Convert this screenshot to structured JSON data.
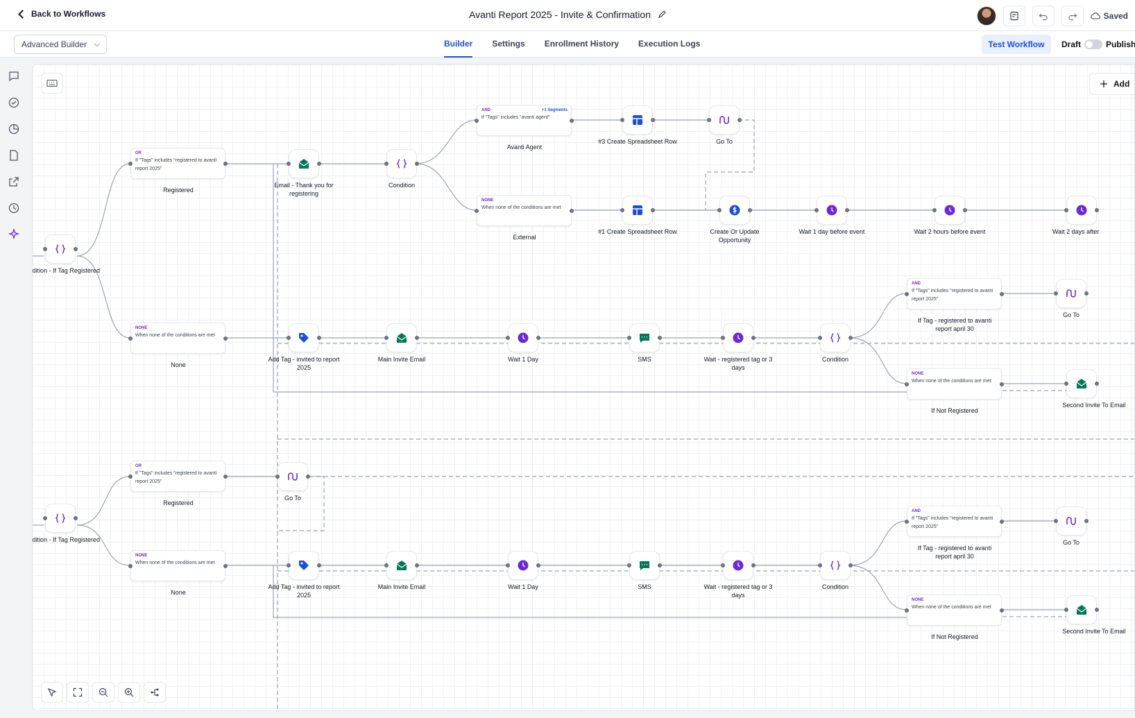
{
  "header": {
    "back_label": "Back to Workflows",
    "title": "Avanti Report 2025 - Invite & Confirmation",
    "saved_label": "Saved"
  },
  "subbar": {
    "builder_select": "Advanced Builder",
    "tabs": [
      "Builder",
      "Settings",
      "Enrollment History",
      "Execution Logs"
    ],
    "active_tab": "Builder",
    "test_label": "Test Workflow",
    "draft_label": "Draft",
    "publish_label": "Publish"
  },
  "canvas": {
    "add_label": "Add",
    "nodes": [
      {
        "id": "n1",
        "label": "Condition - If Tag Registered",
        "icon": "braces-icon"
      },
      {
        "id": "n2",
        "label": "Email - Thank you for registering",
        "icon": "email-icon"
      },
      {
        "id": "n3",
        "label": "Condition",
        "icon": "braces-icon"
      },
      {
        "id": "n4",
        "label": "#3 Create Spreadsheet Row",
        "icon": "spreadsheet-icon"
      },
      {
        "id": "n5",
        "label": "Go To",
        "icon": "goto-icon"
      },
      {
        "id": "n6",
        "label": "#1 Create Spreadsheet Row",
        "icon": "spreadsheet-icon"
      },
      {
        "id": "n7",
        "label": "Create Or Update Opportunity",
        "icon": "dollar-icon"
      },
      {
        "id": "n8",
        "label": "Wait 1 day before event",
        "icon": "clock-icon"
      },
      {
        "id": "n9",
        "label": "Wait 2 hours before event",
        "icon": "clock-icon"
      },
      {
        "id": "n10",
        "label": "Wait 2 days after",
        "icon": "clock-icon"
      },
      {
        "id": "n11",
        "label": "Add Tag - invited to report 2025",
        "icon": "tag-icon"
      },
      {
        "id": "n12",
        "label": "Main Invite Email",
        "icon": "email-icon"
      },
      {
        "id": "n13",
        "label": "Wait 1 Day",
        "icon": "clock-icon"
      },
      {
        "id": "n14",
        "label": "SMS",
        "icon": "sms-icon"
      },
      {
        "id": "n15",
        "label": "Wait - registered tag or 3 days",
        "icon": "clock-icon"
      },
      {
        "id": "n16",
        "label": "Condition",
        "icon": "braces-icon"
      },
      {
        "id": "n17",
        "label": "Go To",
        "icon": "goto-icon"
      },
      {
        "id": "n18",
        "label": "Second Invite To Email",
        "icon": "email-icon"
      },
      {
        "id": "n19",
        "label": "Condition - If Tag Registered",
        "icon": "braces-icon"
      },
      {
        "id": "n20",
        "label": "Go To",
        "icon": "goto-icon"
      },
      {
        "id": "n21",
        "label": "Add Tag - invited to report 2025",
        "icon": "tag-icon"
      },
      {
        "id": "n22",
        "label": "Main Invite Email",
        "icon": "email-icon"
      },
      {
        "id": "n23",
        "label": "Wait 1 Day",
        "icon": "clock-icon"
      },
      {
        "id": "n24",
        "label": "SMS",
        "icon": "sms-icon"
      },
      {
        "id": "n25",
        "label": "Wait - registered tag or 3 days",
        "icon": "clock-icon"
      },
      {
        "id": "n26",
        "label": "Condition",
        "icon": "braces-icon"
      },
      {
        "id": "n27",
        "label": "Go To",
        "icon": "goto-icon"
      },
      {
        "id": "n28",
        "label": "Second Invite To Email",
        "icon": "email-icon"
      }
    ],
    "branches": [
      {
        "id": "b1",
        "tag": "OR",
        "text": "If \"Tags\" includes \"registered to avanti report 2025\"",
        "label": "Registered",
        "segments": ""
      },
      {
        "id": "b2",
        "tag": "NONE",
        "text": "When none of the conditions are met",
        "label": "None",
        "segments": ""
      },
      {
        "id": "b3",
        "tag": "AND",
        "text": "If \"Tags\" includes \"avanti agent\"",
        "label": "Avanti Agent",
        "segments": "+1 Segments"
      },
      {
        "id": "b4",
        "tag": "NONE",
        "text": "When none of the conditions are met",
        "label": "External",
        "segments": ""
      },
      {
        "id": "b5",
        "tag": "AND",
        "text": "If \"Tags\" includes \"registered to avanti report 2025\"",
        "label": "If Tag - registered to avanti report april 30",
        "segments": ""
      },
      {
        "id": "b6",
        "tag": "NONE",
        "text": "When none of the conditions are met",
        "label": "If Not Registered",
        "segments": ""
      },
      {
        "id": "b7",
        "tag": "OR",
        "text": "If \"Tags\" includes \"registered to avanti report 2025\"",
        "label": "Registered",
        "segments": ""
      },
      {
        "id": "b8",
        "tag": "NONE",
        "text": "When none of the conditions are met",
        "label": "None",
        "segments": ""
      },
      {
        "id": "b9",
        "tag": "AND",
        "text": "If \"Tags\" includes \"registered to avanti report 2025\"",
        "label": "If Tag - registered to avanti report april 30",
        "segments": ""
      },
      {
        "id": "b10",
        "tag": "NONE",
        "text": "When none of the conditions are met",
        "label": "If Not Registered",
        "segments": ""
      }
    ]
  },
  "colors": {
    "accent": "#1d4ed8",
    "purple": "#6d28d9",
    "green": "#047857",
    "blue": "#1d4ed8"
  }
}
